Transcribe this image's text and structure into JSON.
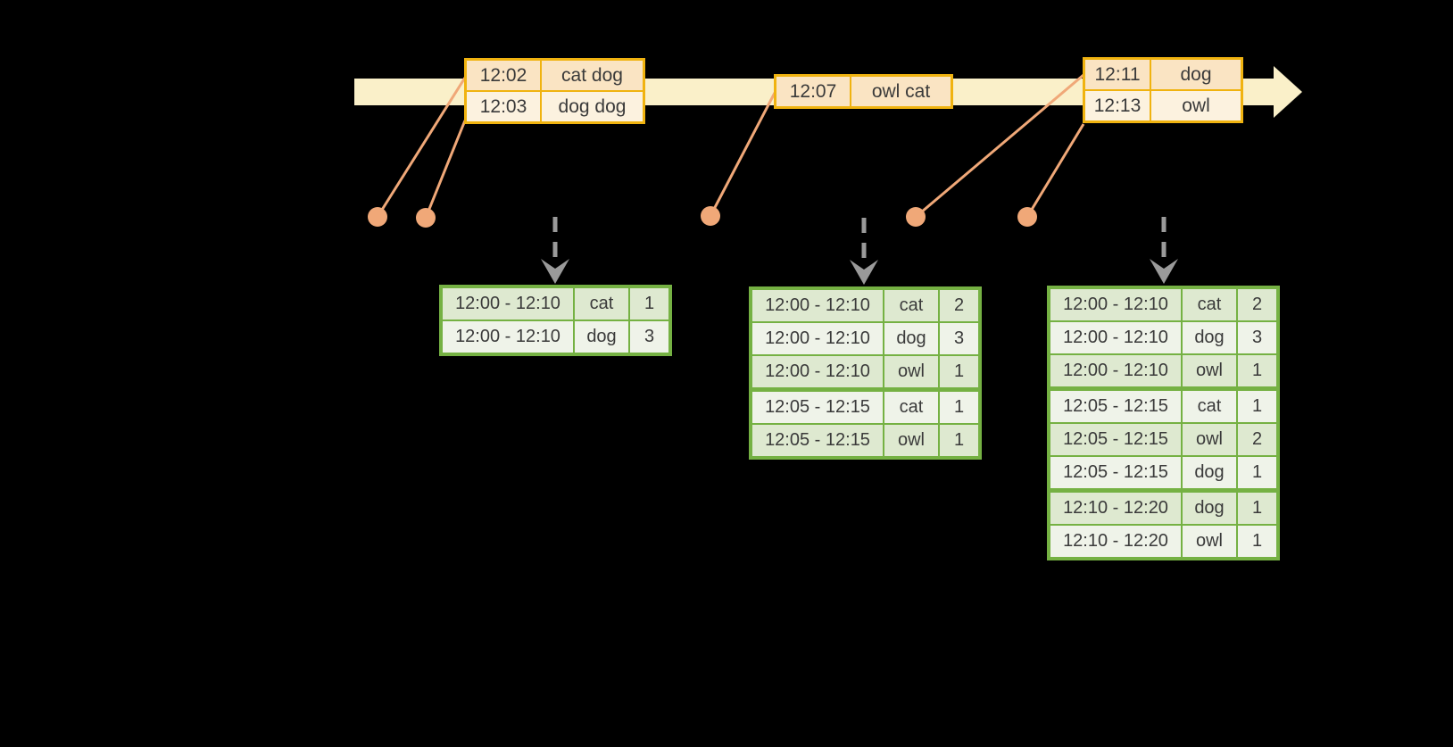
{
  "colors": {
    "background": "#000000",
    "timeline": "#FAF0C9",
    "event_table_border": "#F0B310",
    "event_row_dark": "#FAE4C3",
    "event_row_light": "#FCF2DF",
    "connector_and_dots": "#F0A878",
    "trigger_arrow": "#9A9A9A",
    "result_table_border": "#75B143",
    "result_row_dark": "#DEE9D0",
    "result_row_light": "#EFF3E9",
    "text": "#3A3A3A"
  },
  "event_tables": [
    {
      "rows": [
        {
          "time": "12:02",
          "words": "cat dog"
        },
        {
          "time": "12:03",
          "words": "dog dog"
        }
      ]
    },
    {
      "rows": [
        {
          "time": "12:07",
          "words": "owl cat"
        }
      ]
    },
    {
      "rows": [
        {
          "time": "12:11",
          "words": "dog"
        },
        {
          "time": "12:13",
          "words": "owl"
        }
      ]
    }
  ],
  "result_tables": [
    {
      "rows": [
        {
          "window": "12:00 - 12:10",
          "word": "cat",
          "count": "1"
        },
        {
          "window": "12:00 - 12:10",
          "word": "dog",
          "count": "3"
        }
      ]
    },
    {
      "rows": [
        {
          "window": "12:00 - 12:10",
          "word": "cat",
          "count": "2"
        },
        {
          "window": "12:00 - 12:10",
          "word": "dog",
          "count": "3"
        },
        {
          "window": "12:00 - 12:10",
          "word": "owl",
          "count": "1"
        },
        {
          "window": "12:05 - 12:15",
          "word": "cat",
          "count": "1"
        },
        {
          "window": "12:05 - 12:15",
          "word": "owl",
          "count": "1"
        }
      ]
    },
    {
      "rows": [
        {
          "window": "12:00 - 12:10",
          "word": "cat",
          "count": "2"
        },
        {
          "window": "12:00 - 12:10",
          "word": "dog",
          "count": "3"
        },
        {
          "window": "12:00 - 12:10",
          "word": "owl",
          "count": "1"
        },
        {
          "window": "12:05 - 12:15",
          "word": "cat",
          "count": "1"
        },
        {
          "window": "12:05 - 12:15",
          "word": "owl",
          "count": "2"
        },
        {
          "window": "12:05 - 12:15",
          "word": "dog",
          "count": "1"
        },
        {
          "window": "12:10 - 12:20",
          "word": "dog",
          "count": "1"
        },
        {
          "window": "12:10 - 12:20",
          "word": "owl",
          "count": "1"
        }
      ]
    }
  ]
}
